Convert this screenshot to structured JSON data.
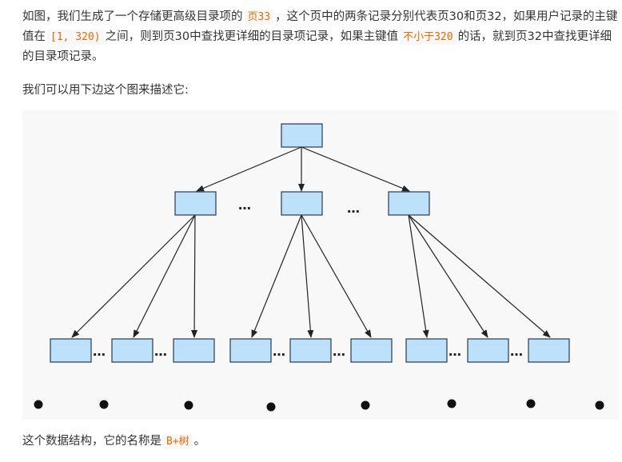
{
  "para1": {
    "t1": "如图，我们生成了一个存储更高级目录项的",
    "c1": "页33",
    "t2": "，这个页中的两条记录分别代表页30和页32，如果用户记录的主键值在",
    "c2": "[1, 320)",
    "t3": "之间，则到页30中查找更详细的目录项记录，如果主键值",
    "c3": "不小于320",
    "t4": "的话，就到页32中查找更详细的目录项记录。"
  },
  "para2": {
    "text": "我们可以用下边这个图来描述它:"
  },
  "para3": {
    "t1": "这个数据结构，它的名称是",
    "c1": "B+树",
    "t2": "。"
  },
  "diagram": {
    "ellipsis": "…"
  },
  "colors": {
    "node_fill": "#bde0fb",
    "code_text": "#e96900",
    "figure_bg": "#f8f8f8"
  }
}
